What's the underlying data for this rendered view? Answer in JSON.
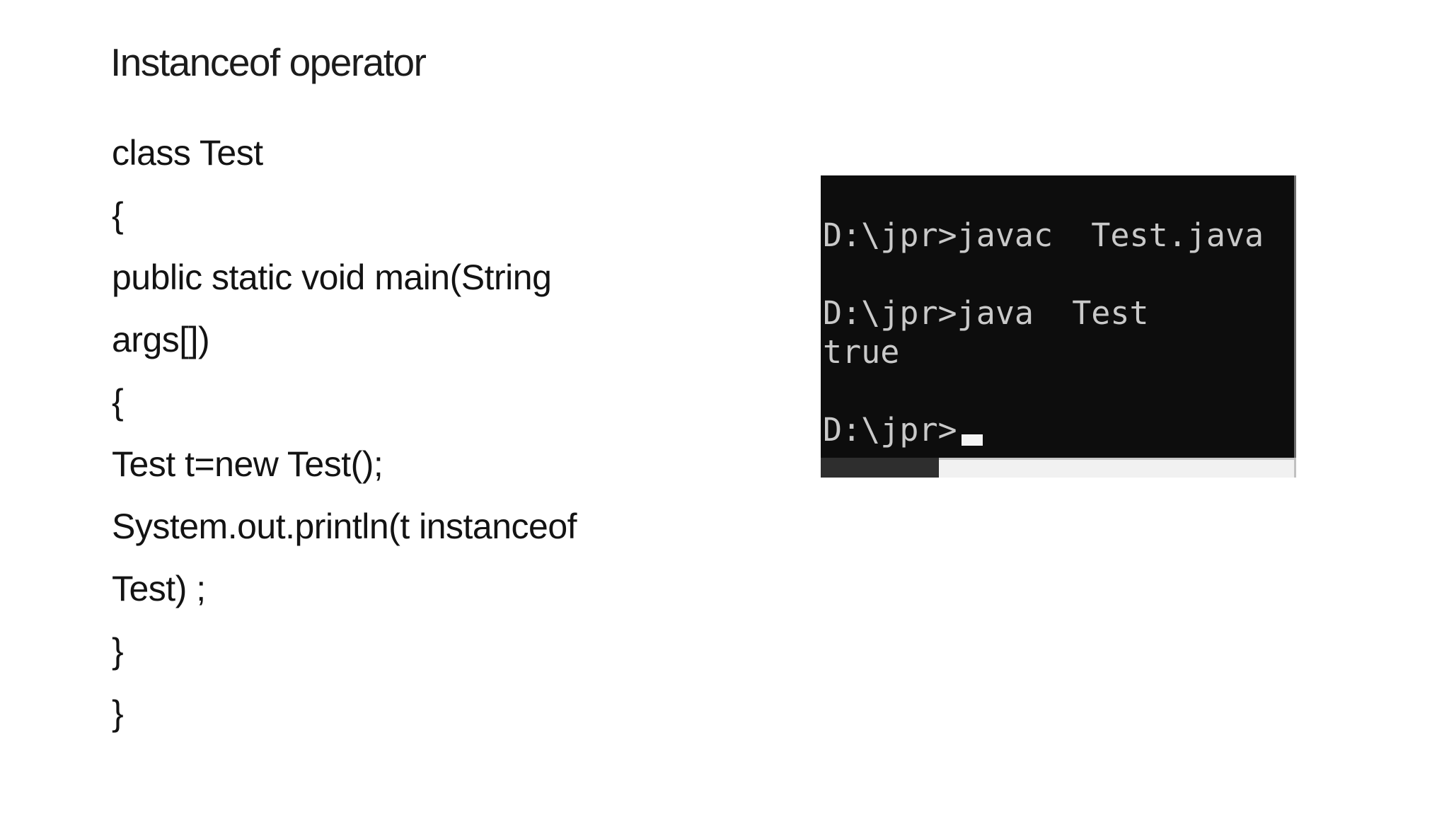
{
  "slide": {
    "title": "Instanceof operator"
  },
  "code": {
    "lines": [
      "class Test",
      "{",
      "public static void main(String",
      "args[])",
      "{",
      "Test t=new Test();",
      "System.out.println(t instanceof",
      "Test) ;",
      "}",
      "}"
    ]
  },
  "terminal": {
    "lines": [
      "D:\\jpr>javac  Test.java",
      "",
      "D:\\jpr>java  Test",
      "true",
      "",
      "D:\\jpr>"
    ],
    "cursor_line_index": 5,
    "cursor_style": "block-underscore"
  },
  "colors": {
    "slide_bg": "#ffffff",
    "text_color": "#131313",
    "terminal_bg": "#0d0d0d",
    "terminal_text": "#c9c9c9",
    "cursor_color": "#f4f4f4",
    "scrollbar_thumb": "#2e2e2e",
    "scrollbar_track": "#f1f1f1"
  }
}
